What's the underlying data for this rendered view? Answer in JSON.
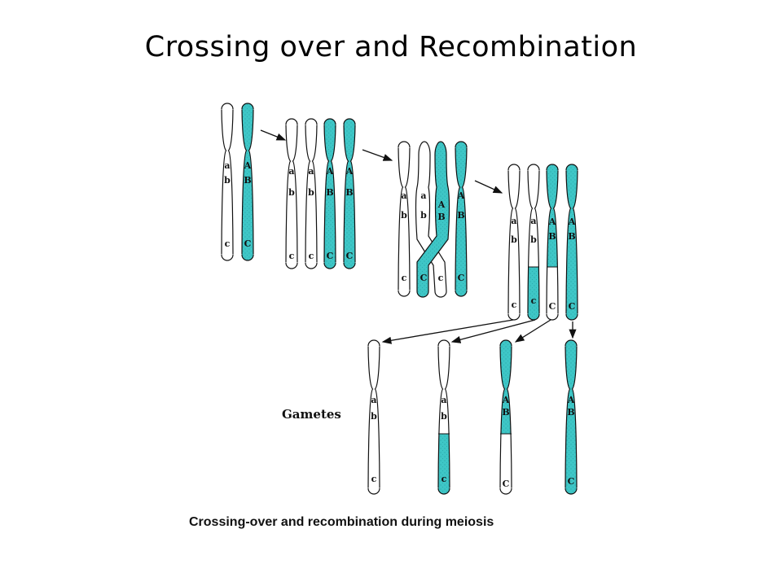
{
  "slide": {
    "title": "Crossing over and Recombination"
  },
  "diagram": {
    "caption": "Crossing-over and recombination  during meiosis",
    "gametes_label": "Gametes",
    "alleles": {
      "a": "a",
      "b": "b",
      "c": "c",
      "A": "A",
      "B": "B",
      "C": "C"
    },
    "colors": {
      "dominant_fill": "#3ec6c6",
      "recessive_fill": "#ffffff",
      "outline": "#111111"
    }
  }
}
